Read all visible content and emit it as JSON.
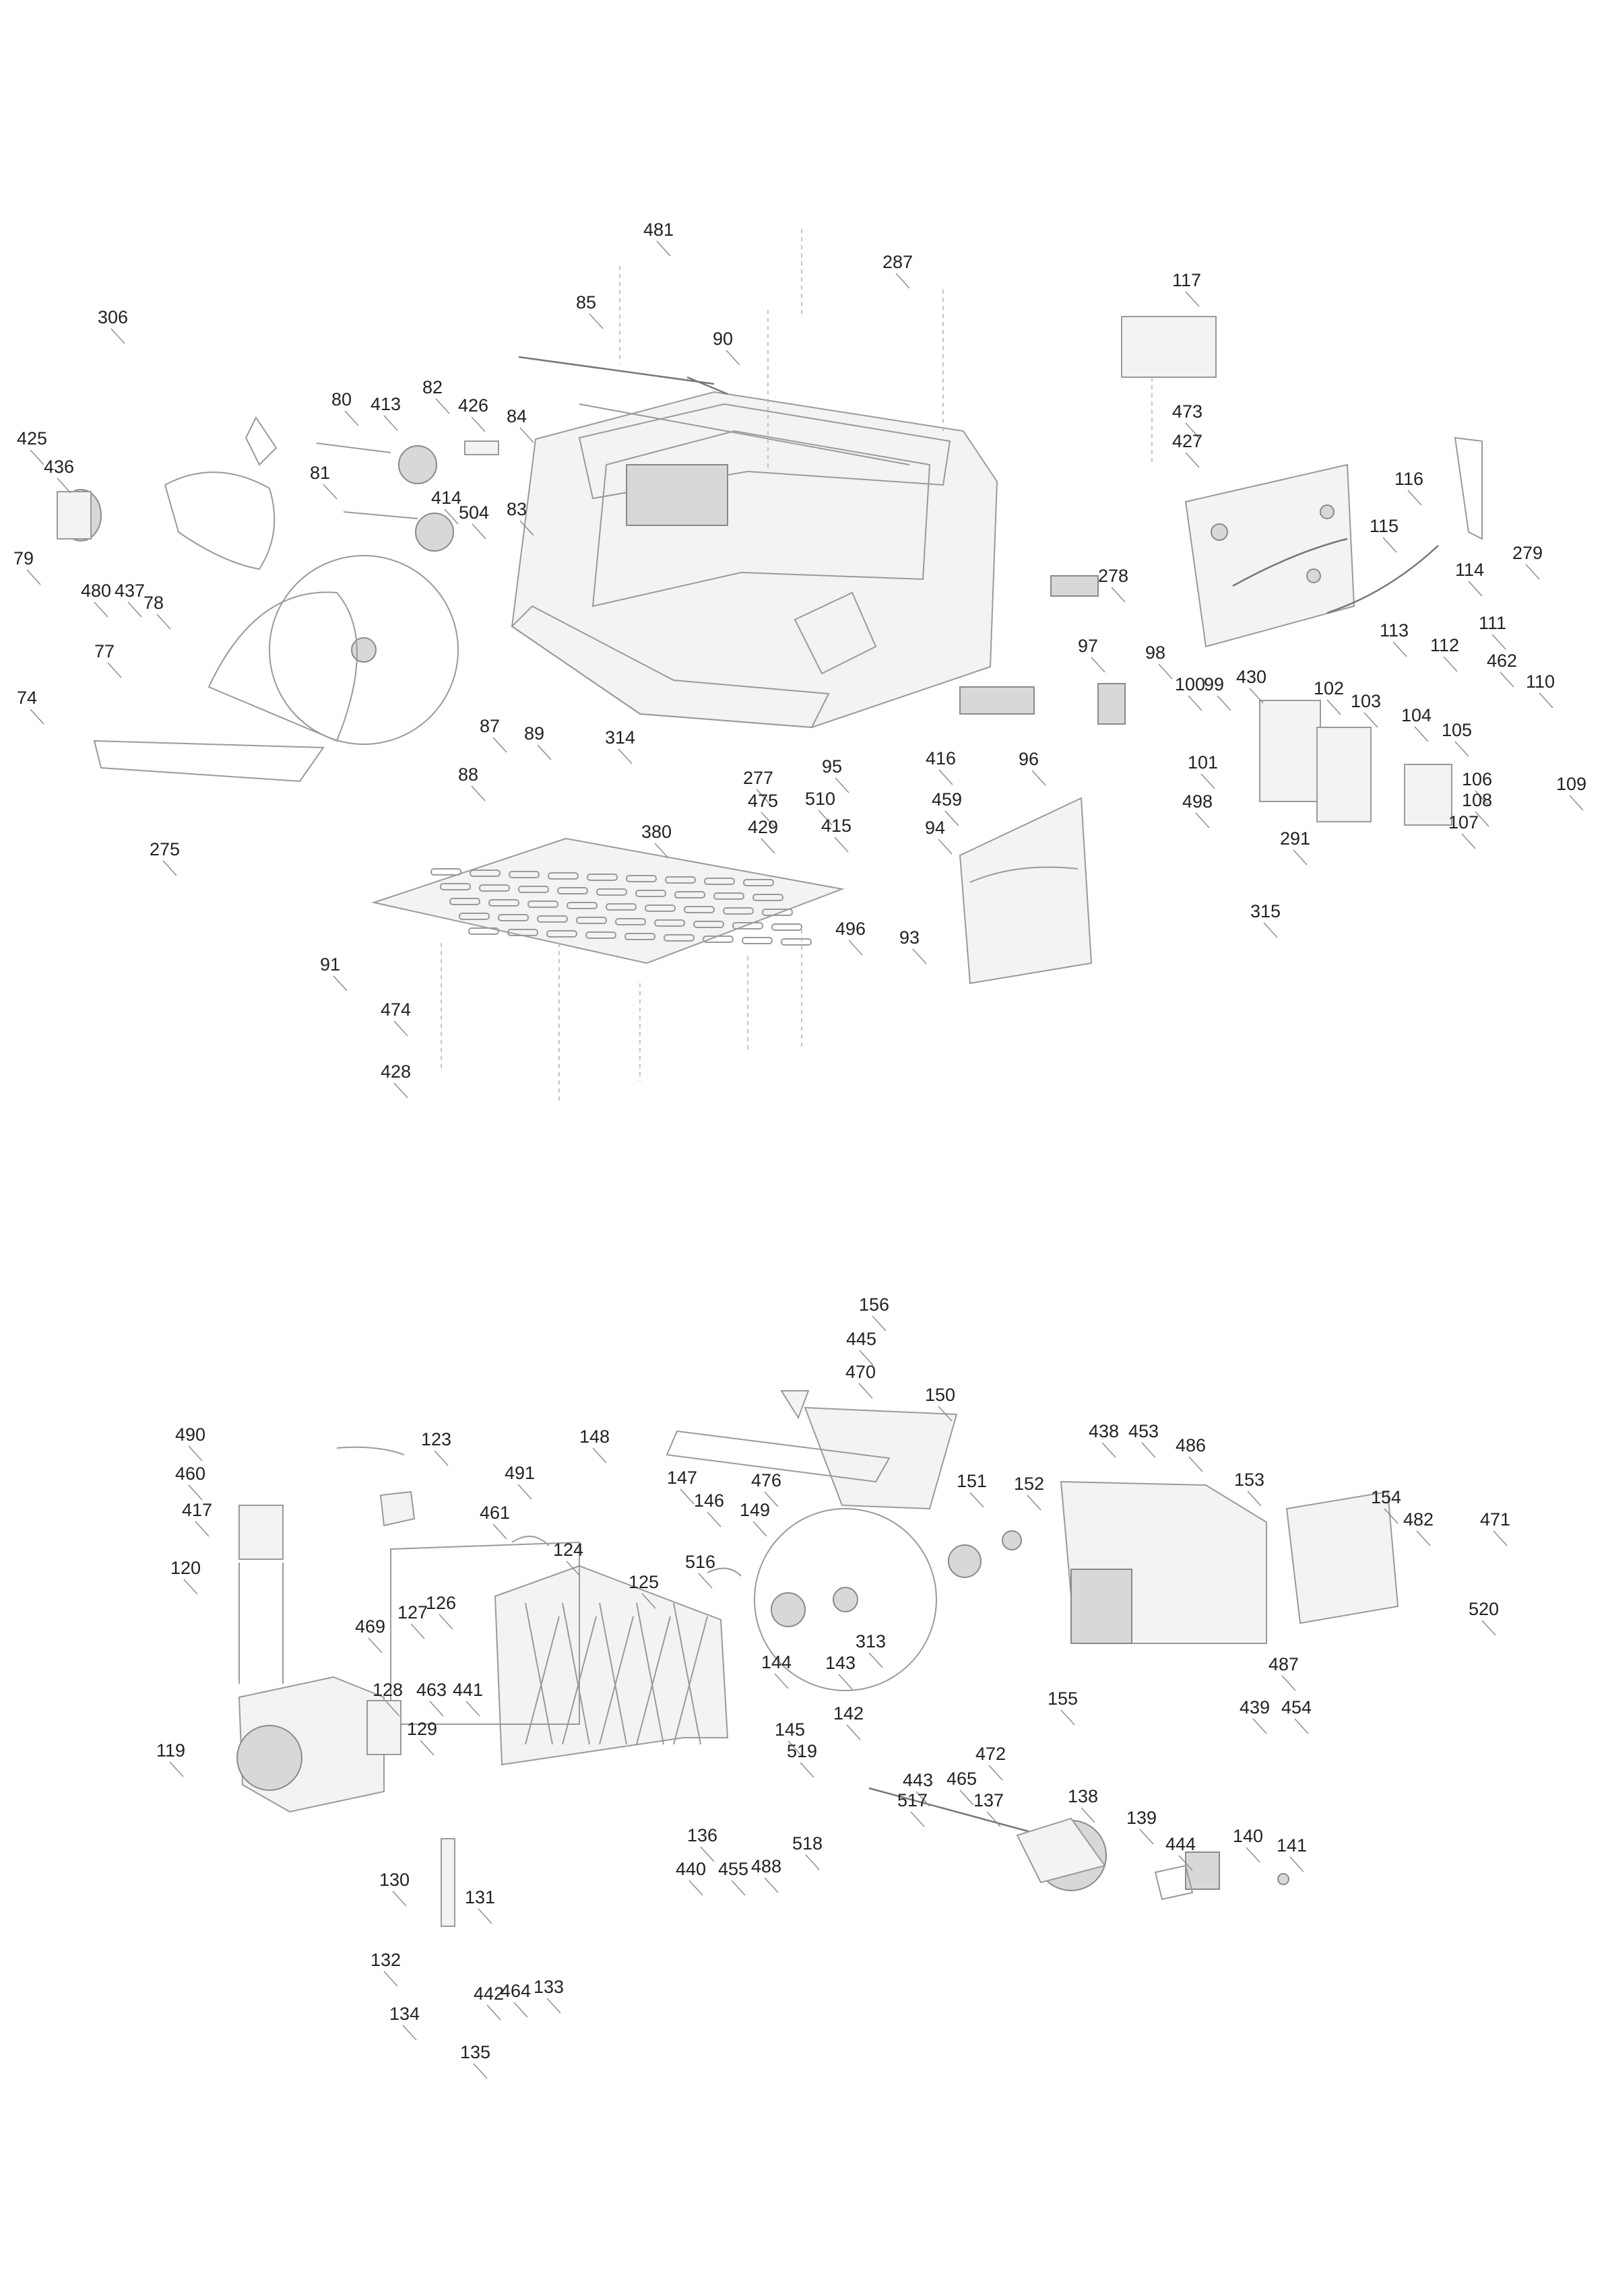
{
  "top_assembly": {
    "labels": [
      "481",
      "287",
      "117",
      "306",
      "85",
      "90",
      "425",
      "436",
      "80",
      "413",
      "82",
      "426",
      "84",
      "473",
      "427",
      "116",
      "79",
      "81",
      "414",
      "504",
      "83",
      "115",
      "114",
      "279",
      "480",
      "437",
      "78",
      "278",
      "111",
      "77",
      "113",
      "112",
      "97",
      "98",
      "462",
      "110",
      "100",
      "99",
      "430",
      "102",
      "103",
      "74",
      "87",
      "89",
      "314",
      "88",
      "416",
      "104",
      "105",
      "95",
      "277",
      "475",
      "429",
      "96",
      "101",
      "106",
      "109",
      "510",
      "459",
      "415",
      "94",
      "108",
      "107",
      "498",
      "275",
      "380",
      "291",
      "315",
      "496",
      "93",
      "91",
      "474",
      "428"
    ]
  },
  "bottom_assembly": {
    "labels": [
      "156",
      "445",
      "470",
      "150",
      "490",
      "123",
      "148",
      "438",
      "453",
      "486",
      "460",
      "491",
      "147",
      "476",
      "153",
      "146",
      "149",
      "151",
      "152",
      "154",
      "417",
      "461",
      "482",
      "471",
      "124",
      "516",
      "120",
      "125",
      "469",
      "127",
      "126",
      "313",
      "520",
      "144",
      "143",
      "487",
      "128",
      "463",
      "441",
      "155",
      "439",
      "454",
      "142",
      "145",
      "119",
      "129",
      "519",
      "472",
      "443",
      "465",
      "517",
      "137",
      "138",
      "136",
      "518",
      "139",
      "440",
      "455",
      "488",
      "444",
      "140",
      "141",
      "130",
      "131",
      "132",
      "464",
      "133",
      "442",
      "134",
      "135"
    ]
  }
}
